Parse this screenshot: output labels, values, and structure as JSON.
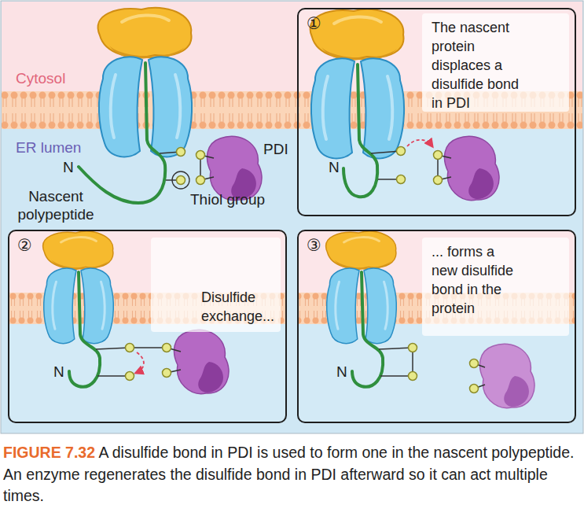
{
  "diagram": {
    "caption": "FIGURE 7.32 A disulfide bond in PDI is used to form one in the nascent polypeptide. An enzyme regenerates the disulfide bond in PDI afterward so it can act multiple times.",
    "nodes": [
      {
        "text": [
          "①",
          "The nascent protein displaces a disulfide bond in PDI"
        ]
      },
      {
        "text": [
          "②",
          "Disulfide exchange..."
        ]
      },
      {
        "text": [
          "③",
          "... forms a new disulfide bond in the protein"
        ]
      }
    ],
    "labels": [
      "Cytosol",
      "ER lumen",
      "PDI",
      "N",
      "Nascent polypeptide",
      "Thiol group",
      "N",
      "N",
      "N"
    ]
  }
}
